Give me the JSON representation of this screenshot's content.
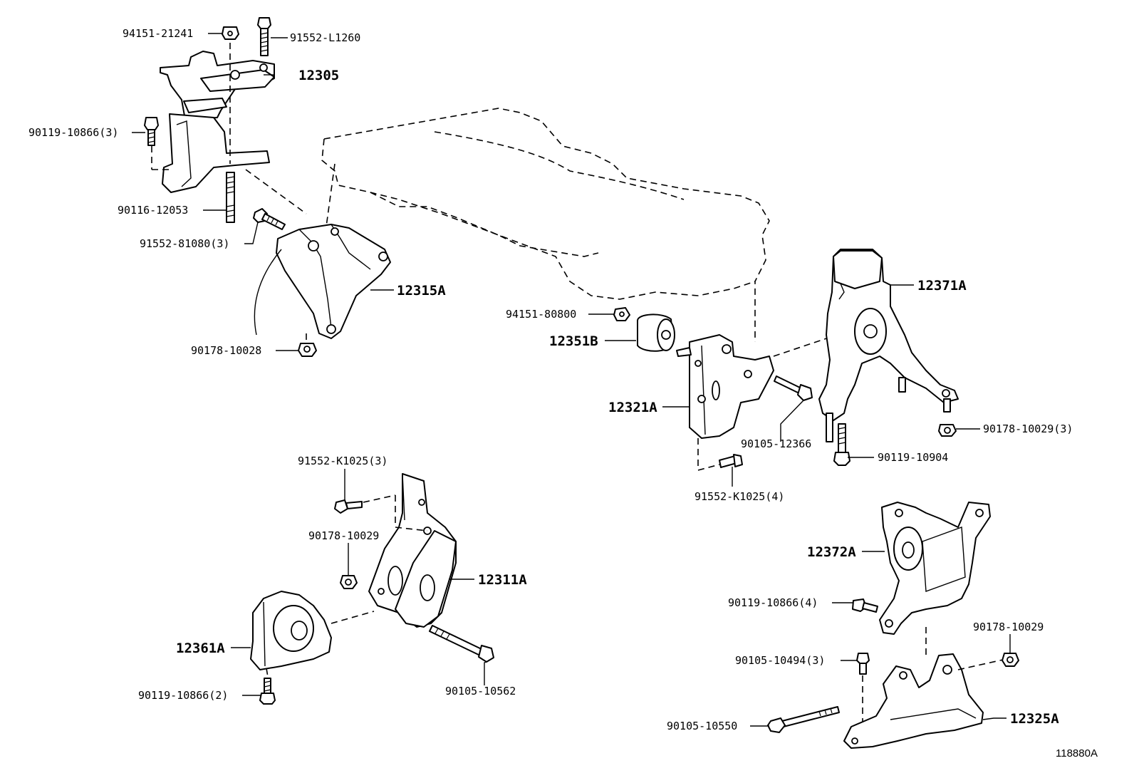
{
  "diagram_id": "118880A",
  "labels": {
    "p94151_21241": "94151-21241",
    "p91552_L1260": "91552-L1260",
    "p12305": "12305",
    "p90119_10866_3": "90119-10866(3)",
    "p90116_12053": "90116-12053",
    "p91552_81080_3": "91552-81080(3)",
    "p12315A": "12315A",
    "p90178_10028": "90178-10028",
    "p94151_80800": "94151-80800",
    "p12351B": "12351B",
    "p12321A": "12321A",
    "p12371A": "12371A",
    "p90105_12366": "90105-12366",
    "p90119_10904": "90119-10904",
    "p90178_10029_3": "90178-10029(3)",
    "p91552_K1025_4": "91552-K1025(4)",
    "p91552_K1025_3": "91552-K1025(3)",
    "p90178_10029_a": "90178-10029",
    "p12311A": "12311A",
    "p12361A": "12361A",
    "p90119_10866_2": "90119-10866(2)",
    "p90105_10562": "90105-10562",
    "p12372A": "12372A",
    "p90119_10866_4": "90119-10866(4)",
    "p90178_10029_b": "90178-10029",
    "p90105_10494_3": "90105-10494(3)",
    "p90105_10550": "90105-10550",
    "p12325A": "12325A"
  }
}
